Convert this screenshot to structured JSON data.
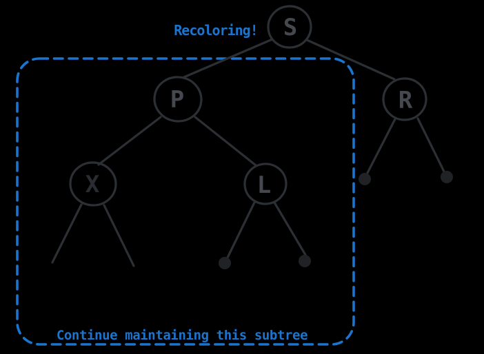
{
  "diagram": {
    "annotations": {
      "title": "Recoloring!",
      "caption": "Continue maintaining this subtree"
    },
    "nodes": {
      "s": {
        "label": "S",
        "role": "sibling-root",
        "color": "black"
      },
      "p": {
        "label": "P",
        "role": "parent",
        "color": "red"
      },
      "r": {
        "label": "R",
        "role": "right-child",
        "color": "black"
      },
      "x": {
        "label": "X",
        "role": "target-node",
        "color": "black-on-gray"
      },
      "l": {
        "label": "L",
        "role": "left-child",
        "color": "black"
      }
    },
    "nil_leaf_dots": 4,
    "colors": {
      "background": "#000000",
      "annotation_blue": "#1b74cd",
      "node_red": "#e03131",
      "dark_stroke": "#2c2f33",
      "x_node_fill": "#cfd5db"
    }
  }
}
